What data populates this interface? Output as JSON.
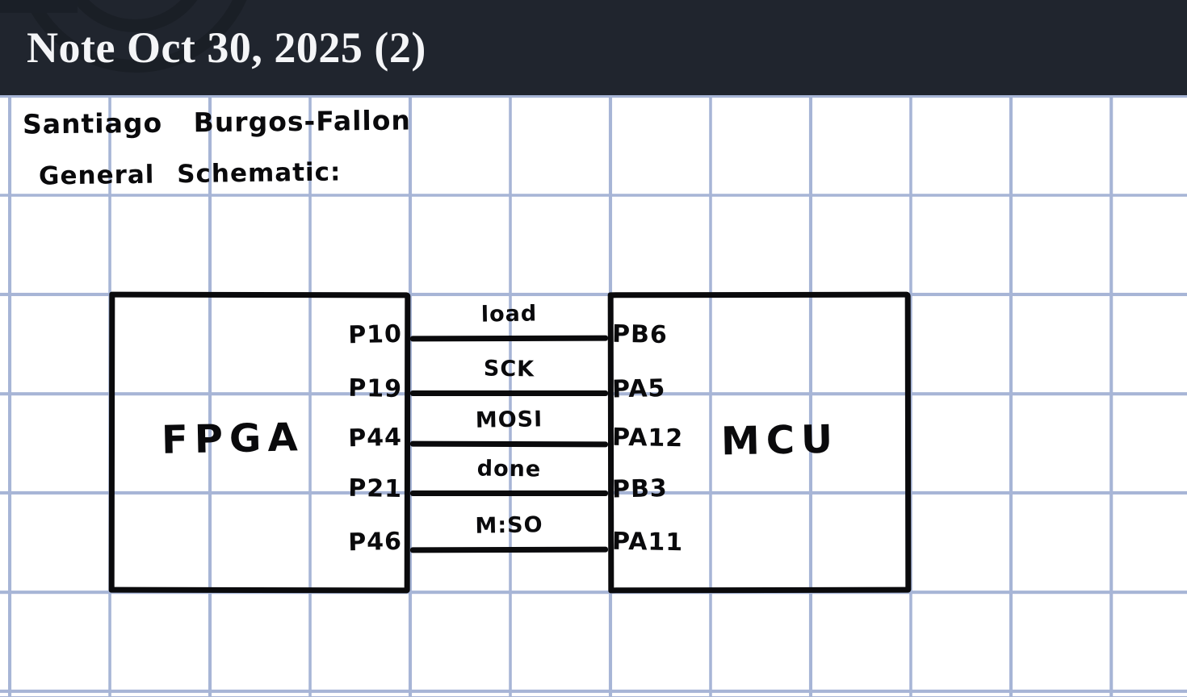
{
  "header": {
    "title": "Note Oct 30, 2025 (2)",
    "background_color": "#20252e",
    "text_color": "#f4f5f7"
  },
  "note": {
    "author_line": "Santiago Burgos-Fallon",
    "heading_line": "General Schematic:"
  },
  "diagram": {
    "left_block": {
      "label": "FPGA"
    },
    "right_block": {
      "label": "MCU"
    },
    "wires": [
      {
        "label": "load",
        "left_pin": "P10",
        "right_pin": "PB6"
      },
      {
        "label": "SCK",
        "left_pin": "P19",
        "right_pin": "PA5"
      },
      {
        "label": "MOSI",
        "left_pin": "P44",
        "right_pin": "PA12"
      },
      {
        "label": "done",
        "left_pin": "P21",
        "right_pin": "PB3"
      },
      {
        "label": "M:SO",
        "left_pin": "P46",
        "right_pin": "PA11"
      }
    ]
  },
  "canvas": {
    "paper_color": "#ffffff",
    "grid_color": "#a7b5d6",
    "ink_color": "#0a0a0c"
  }
}
